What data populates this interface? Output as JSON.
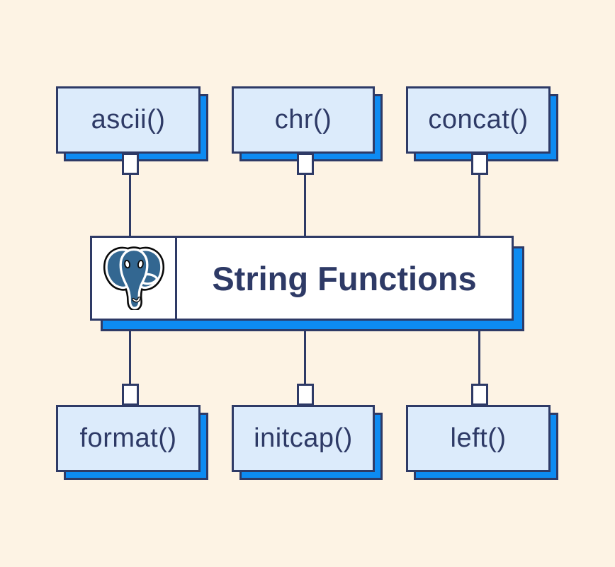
{
  "diagram": {
    "title": "String Functions",
    "logo_icon": "postgresql-elephant-logo",
    "top_row": [
      {
        "label": "ascii()"
      },
      {
        "label": "chr()"
      },
      {
        "label": "concat()"
      }
    ],
    "bottom_row": [
      {
        "label": "format()"
      },
      {
        "label": "initcap()"
      },
      {
        "label": "left()"
      }
    ],
    "colors": {
      "background": "#fdf3e4",
      "box_fill": "#dcebfb",
      "shadow_blue": "#0d8bf2",
      "outline_navy": "#2e3a66",
      "logo_blue": "#336791",
      "central_fill": "#ffffff"
    }
  }
}
